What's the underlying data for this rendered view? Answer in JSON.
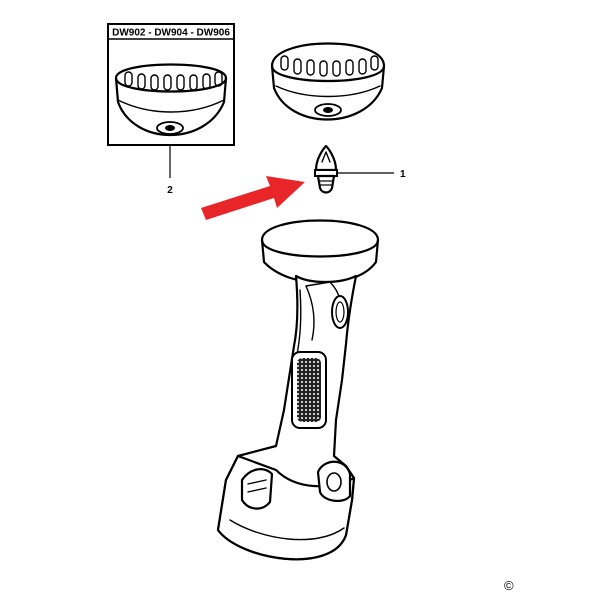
{
  "inset": {
    "models_label": "DW902 - DW904 - DW906"
  },
  "callouts": [
    {
      "number": "1"
    },
    {
      "number": "2"
    }
  ],
  "copyright_symbol": "©",
  "colors": {
    "arrow": "#e8262a",
    "line": "#000000",
    "background": "#ffffff",
    "grille": "#555555"
  },
  "icons": [
    "bulb-icon",
    "lens-cap-icon",
    "flashlight-icon",
    "pointer-arrow-icon"
  ]
}
